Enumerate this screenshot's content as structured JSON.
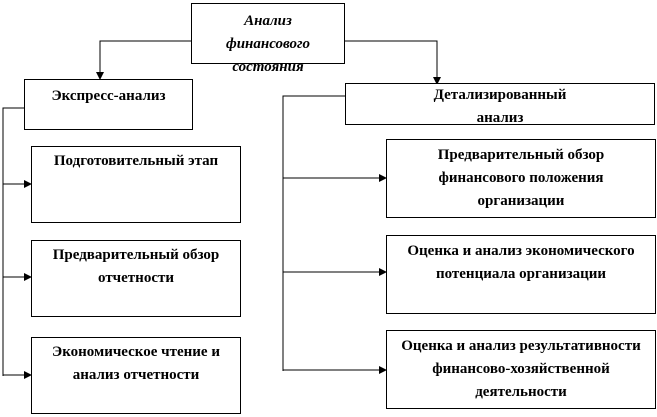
{
  "root": {
    "label": "Анализ финансового состояния"
  },
  "branches": [
    {
      "label": "Экспресс-анализ",
      "children": [
        "Подготовительный этап",
        "Предварительный обзор отчетности",
        "Экономическое чтение и анализ отчетности"
      ]
    },
    {
      "label": "Детализированный анализ",
      "children": [
        "Предварительный обзор финансового положения организации",
        "Оценка и анализ экономического потенциала организации",
        "Оценка и анализ результативности финансово-хозяйственной деятельности"
      ]
    }
  ]
}
